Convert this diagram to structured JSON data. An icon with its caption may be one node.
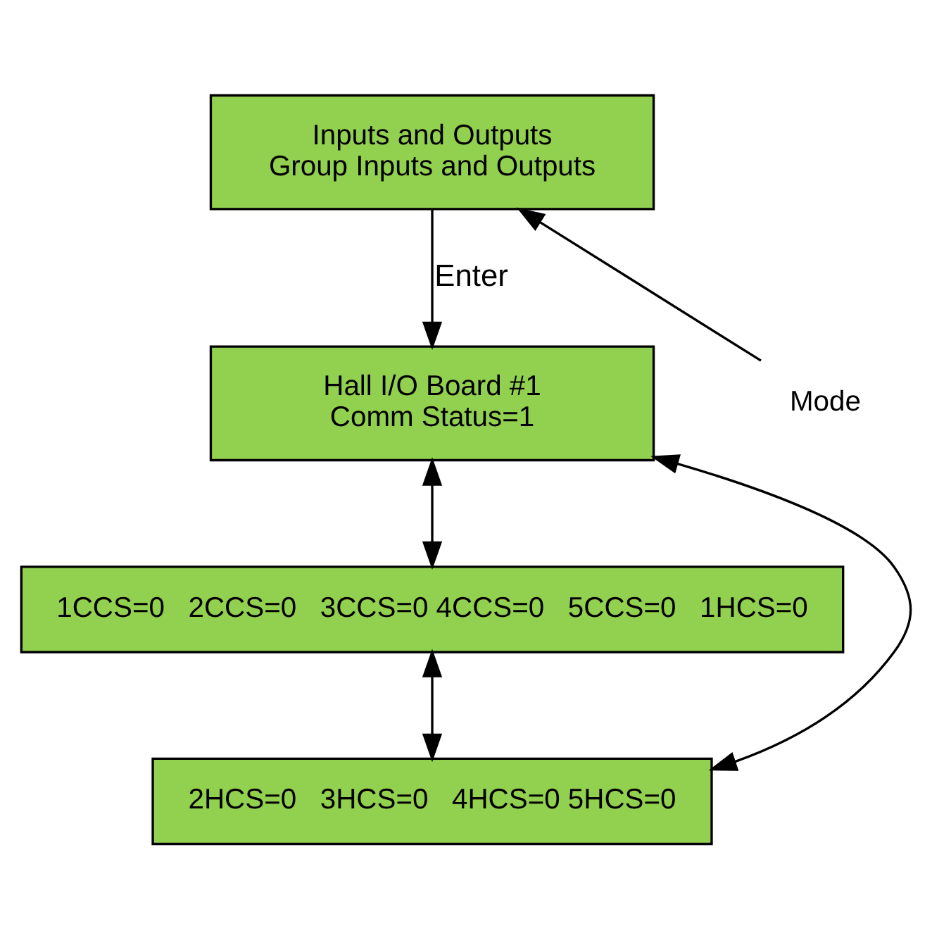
{
  "diagram": {
    "nodes": [
      {
        "text": [
          "Inputs and Outputs",
          "Group Inputs and Outputs"
        ]
      },
      {
        "text": [
          "Mode"
        ]
      },
      {
        "text": [
          "Hall I/O Board #1",
          "Comm Status=1"
        ]
      },
      {
        "text": [
          "1CCS=0   2CCS=0   3CCS=0 4CCS=0   5CCS=0   1HCS=0"
        ]
      },
      {
        "text": [
          "2HCS=0   3HCS=0   4HCS=0 5HCS=0"
        ]
      }
    ],
    "edges": [
      {
        "from": 1,
        "to": 0,
        "arrow": "to"
      },
      {
        "from": 0,
        "to": 2,
        "arrow": "to",
        "label": "Enter"
      },
      {
        "from": 2,
        "to": 3,
        "arrow": "both"
      },
      {
        "from": 3,
        "to": 4,
        "arrow": "both"
      },
      {
        "from": 4,
        "to": 2,
        "arrow": "both"
      }
    ]
  }
}
